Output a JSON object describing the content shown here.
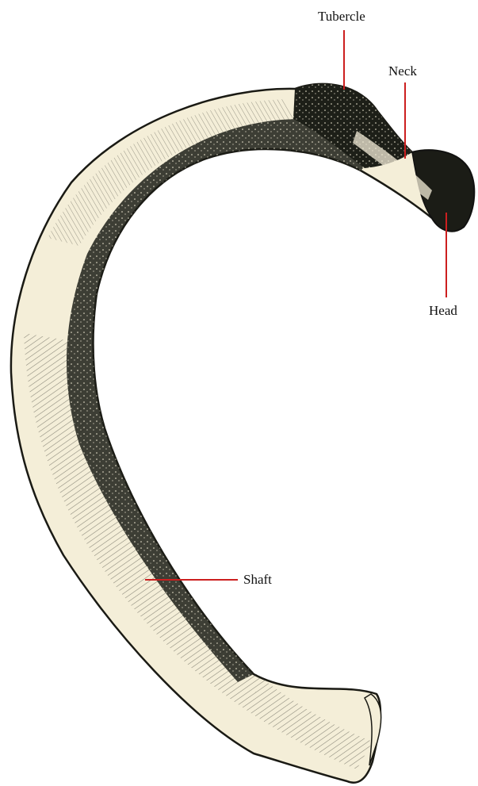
{
  "figure": {
    "background": "#ffffff",
    "bone_fill": "#f4eed8",
    "bone_shadow": "#1d1f18",
    "leader_color": "#cc1f1f",
    "labels": {
      "tubercle": "Tubercle",
      "neck": "Neck",
      "head": "Head",
      "shaft": "Shaft"
    }
  }
}
